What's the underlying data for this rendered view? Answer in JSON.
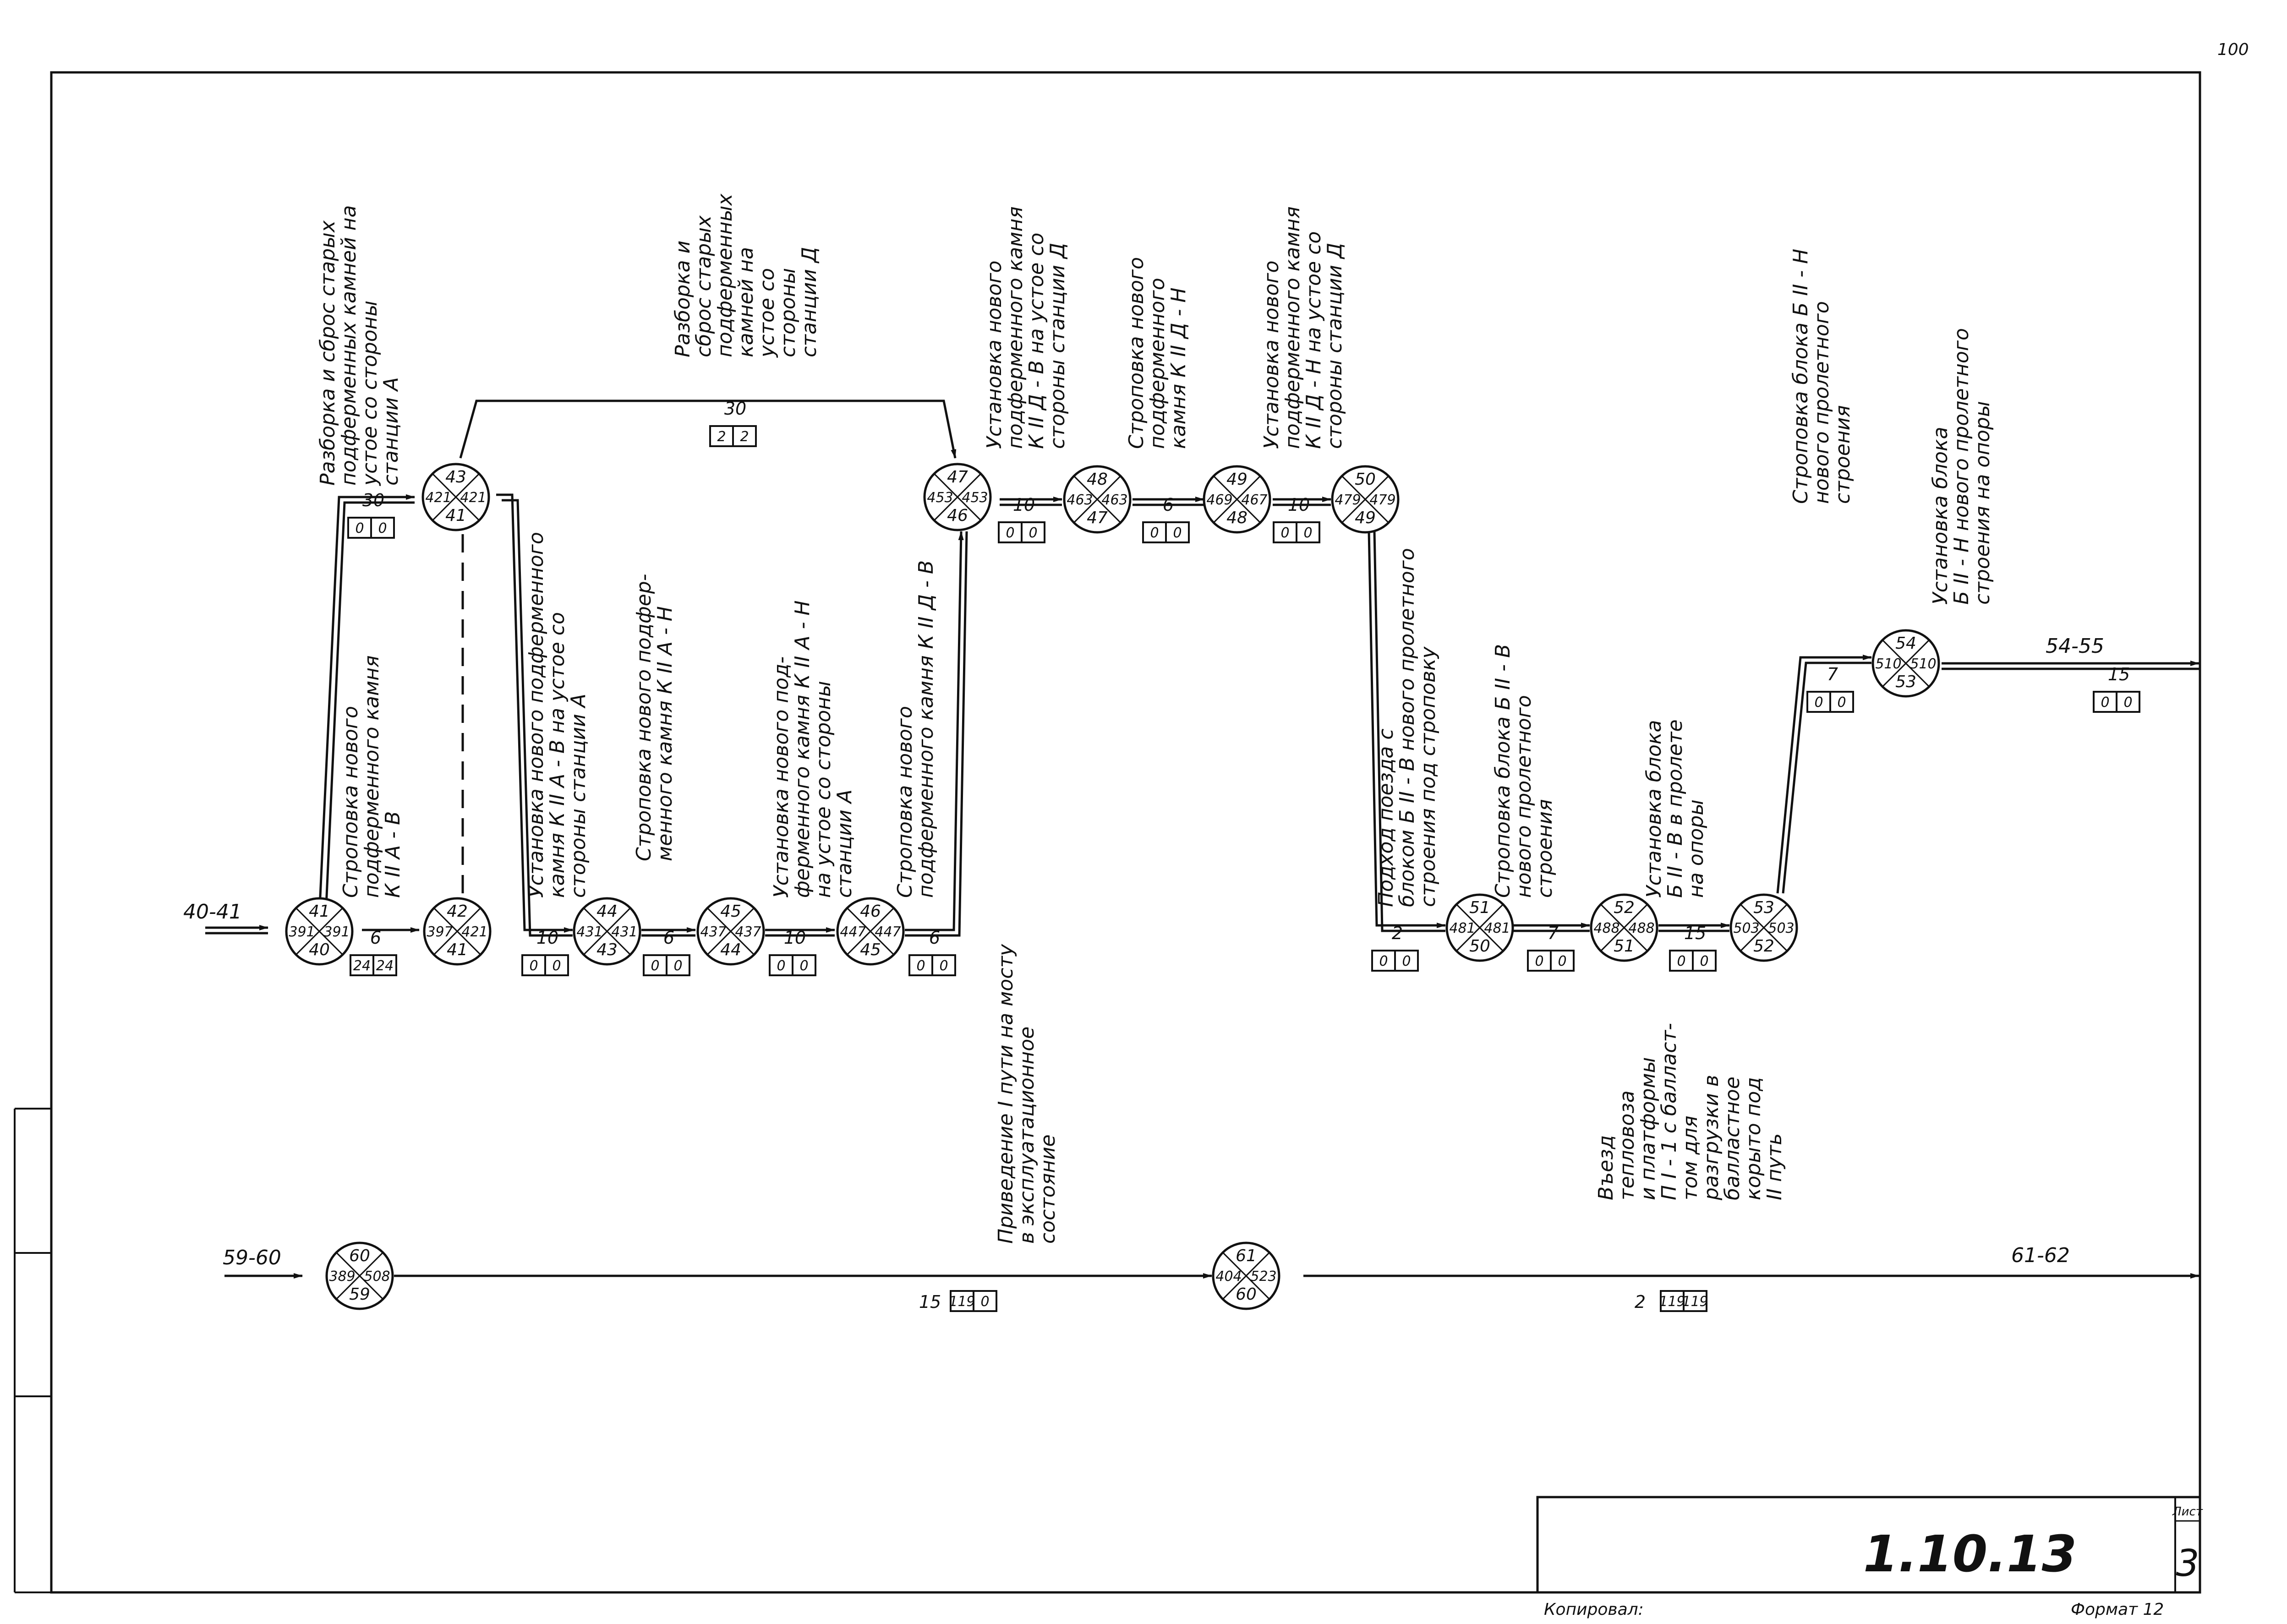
{
  "page_number": "100",
  "stamp": {
    "code": "1.10.13",
    "sheet_label": "Лист",
    "sheet_number": "3"
  },
  "footer": {
    "copied": "Копировал:",
    "format": "Формат 12"
  },
  "arrows": {
    "in_top": "40-41",
    "in_bottom": "59-60",
    "out_top": "54-55",
    "out_bottom": "61-62"
  },
  "nodes": [
    {
      "id": "n41",
      "top": "41",
      "left": "391",
      "right": "391",
      "bottom": "40"
    },
    {
      "id": "n42",
      "top": "42",
      "left": "397",
      "right": "421",
      "bottom": "41"
    },
    {
      "id": "n43",
      "top": "43",
      "left": "421",
      "right": "421",
      "bottom": "41"
    },
    {
      "id": "n44",
      "top": "44",
      "left": "431",
      "right": "431",
      "bottom": "43"
    },
    {
      "id": "n45",
      "top": "45",
      "left": "437",
      "right": "437",
      "bottom": "44"
    },
    {
      "id": "n46",
      "top": "46",
      "left": "447",
      "right": "447",
      "bottom": "45"
    },
    {
      "id": "n47",
      "top": "47",
      "left": "453",
      "right": "453",
      "bottom": "46"
    },
    {
      "id": "n48",
      "top": "48",
      "left": "463",
      "right": "463",
      "bottom": "47"
    },
    {
      "id": "n49",
      "top": "49",
      "left": "469",
      "right": "467",
      "bottom": "48"
    },
    {
      "id": "n50",
      "top": "50",
      "left": "479",
      "right": "479",
      "bottom": "49"
    },
    {
      "id": "n51",
      "top": "51",
      "left": "481",
      "right": "481",
      "bottom": "50"
    },
    {
      "id": "n52",
      "top": "52",
      "left": "488",
      "right": "488",
      "bottom": "51"
    },
    {
      "id": "n53",
      "top": "53",
      "left": "503",
      "right": "503",
      "bottom": "52"
    },
    {
      "id": "n54",
      "top": "54",
      "left": "510",
      "right": "510",
      "bottom": "53"
    },
    {
      "id": "n60",
      "top": "60",
      "left": "389",
      "right": "508",
      "bottom": "59"
    },
    {
      "id": "n61",
      "top": "61",
      "left": "404",
      "right": "523",
      "bottom": "60"
    }
  ],
  "edges": [
    {
      "id": "e41_43",
      "duration": "30",
      "box1": "0",
      "box2": "0"
    },
    {
      "id": "e41_42",
      "duration": "6",
      "box1": "24",
      "box2": "24"
    },
    {
      "id": "e43_47",
      "duration": "30",
      "box1": "2",
      "box2": "2"
    },
    {
      "id": "e43_44",
      "duration": "10",
      "box1": "0",
      "box2": "0"
    },
    {
      "id": "e44_45",
      "duration": "6",
      "box1": "0",
      "box2": "0"
    },
    {
      "id": "e45_46",
      "duration": "10",
      "box1": "0",
      "box2": "0"
    },
    {
      "id": "e46_47",
      "duration": "6",
      "box1": "0",
      "box2": "0"
    },
    {
      "id": "e47_48",
      "duration": "10",
      "box1": "0",
      "box2": "0"
    },
    {
      "id": "e48_49",
      "duration": "6",
      "box1": "0",
      "box2": "0"
    },
    {
      "id": "e49_50",
      "duration": "10",
      "box1": "0",
      "box2": "0"
    },
    {
      "id": "e50_51",
      "duration": "2",
      "box1": "0",
      "box2": "0"
    },
    {
      "id": "e51_52",
      "duration": "7",
      "box1": "0",
      "box2": "0"
    },
    {
      "id": "e52_53",
      "duration": "15",
      "box1": "0",
      "box2": "0"
    },
    {
      "id": "e53_54",
      "duration": "7",
      "box1": "0",
      "box2": "0"
    },
    {
      "id": "e54_out",
      "duration": "15",
      "box1": "0",
      "box2": "0"
    },
    {
      "id": "e60_61",
      "duration": "15",
      "box1": "119",
      "box2": "0"
    },
    {
      "id": "e61_out",
      "duration": "2",
      "box1": "119",
      "box2": "119"
    }
  ],
  "labels": [
    {
      "id": "t1",
      "lines": [
        "Разборка и сброс старых",
        "подферменных камней на",
        "устое со стороны",
        "станции А"
      ]
    },
    {
      "id": "t2",
      "lines": [
        "Строповка нового",
        "подферменного камня",
        "К II А - В"
      ]
    },
    {
      "id": "t3",
      "lines": [
        "Установка нового подферменного",
        "камня К II А - В на устое со",
        "стороны станции А"
      ]
    },
    {
      "id": "t4",
      "lines": [
        "Строповка нового подфер-",
        "менного камня К II А - Н"
      ]
    },
    {
      "id": "t5",
      "lines": [
        "Установка нового под-",
        "ферменного камня К II А - Н",
        "на устое со стороны",
        "станции А"
      ]
    },
    {
      "id": "t6",
      "lines": [
        "Строповка нового",
        "подферменного камня К II Д - В"
      ]
    },
    {
      "id": "t7",
      "lines": [
        "Разборка и",
        "сброс старых",
        "подферменных",
        "камней на",
        "устое со",
        "стороны",
        "станции Д"
      ]
    },
    {
      "id": "t8",
      "lines": [
        "Установка нового",
        "подферменного камня",
        "К II Д - В на устое со",
        "стороны станции Д"
      ]
    },
    {
      "id": "t9",
      "lines": [
        "Строповка нового",
        "подферменного",
        "камня К II Д - Н"
      ]
    },
    {
      "id": "t10",
      "lines": [
        "Установка нового",
        "подферменного камня",
        "К II Д - Н на устое со",
        "стороны станции Д"
      ]
    },
    {
      "id": "t11",
      "lines": [
        "Приведение I пути на мосту",
        "в эксплуатационное",
        "состояние"
      ]
    },
    {
      "id": "t12",
      "lines": [
        "Подход поезда с",
        "блоком Б II - В нового пролетного",
        "строения под строповку"
      ]
    },
    {
      "id": "t13",
      "lines": [
        "Строповка блока Б II - В",
        "нового пролетного",
        "строения"
      ]
    },
    {
      "id": "t14",
      "lines": [
        "Установка блока",
        "Б II - В в пролете",
        "на опоры"
      ]
    },
    {
      "id": "t15",
      "lines": [
        "Строповка блока Б II - Н",
        "нового пролетного",
        "строения"
      ]
    },
    {
      "id": "t16",
      "lines": [
        "Установка блока",
        "Б II - Н нового пролетного",
        "строения на опоры"
      ]
    },
    {
      "id": "t17",
      "lines": [
        "Въезд",
        "тепловоза",
        "и платформы",
        "П I - 1 с балласт-",
        "том для",
        "разгрузки в",
        "балластное",
        "корыто под",
        "II путь"
      ]
    }
  ]
}
